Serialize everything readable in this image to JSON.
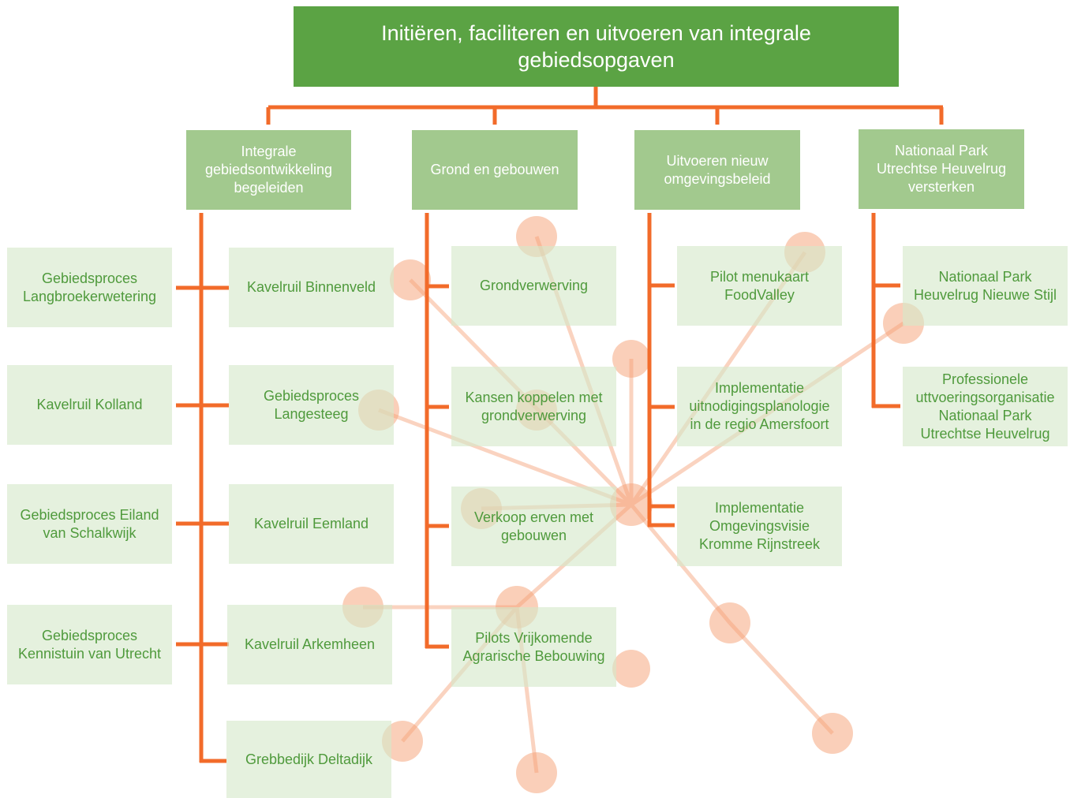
{
  "root": {
    "title": "Initiëren, faciliteren en uitvoeren van integrale gebiedsopgaven"
  },
  "categories": [
    {
      "label": "Integrale gebiedsontwikkeling begeleiden",
      "left_items": [
        "Gebiedsproces Langbroekerwetering",
        "Kavelruil Kolland",
        "Gebiedsproces Eiland van Schalkwijk",
        "Gebiedsproces Kennistuin van Utrecht"
      ],
      "right_items": [
        "Kavelruil Binnenveld",
        "Gebiedsproces Langesteeg",
        "Kavelruil Eemland",
        "Kavelruil Arkemheen",
        "Grebbedijk Deltadijk"
      ]
    },
    {
      "label": "Grond en gebouwen",
      "items": [
        "Grondverwerving",
        "Kansen koppelen met grondverwerving",
        "Verkoop erven met gebouwen",
        "Pilots Vrijkomende Agrarische Bebouwing"
      ]
    },
    {
      "label": "Uitvoeren nieuw omgevingsbeleid",
      "items": [
        "Pilot menukaart FoodValley",
        "Implementatie uitnodigingsplanologie in de regio Amersfoort",
        "Implementatie Omgevingsvisie Kromme Rijnstreek"
      ]
    },
    {
      "label": "Nationaal Park Utrechtse Heuvelrug versterken",
      "items": [
        "Nationaal Park Heuvelrug Nieuwe Stijl",
        "Professionele uttvoeringsorganisatie Nationaal Park Utrechtse Heuvelrug"
      ]
    }
  ],
  "colors": {
    "root_fill": "#5ba344",
    "category_fill": "#a2c98e",
    "leaf_fill": "#d5e8ca",
    "leaf_text": "#4f9a3c",
    "connector": "#f26b2a",
    "watermark": "#f6a074"
  },
  "icons": {
    "background": "molecule-watermark-icon"
  }
}
